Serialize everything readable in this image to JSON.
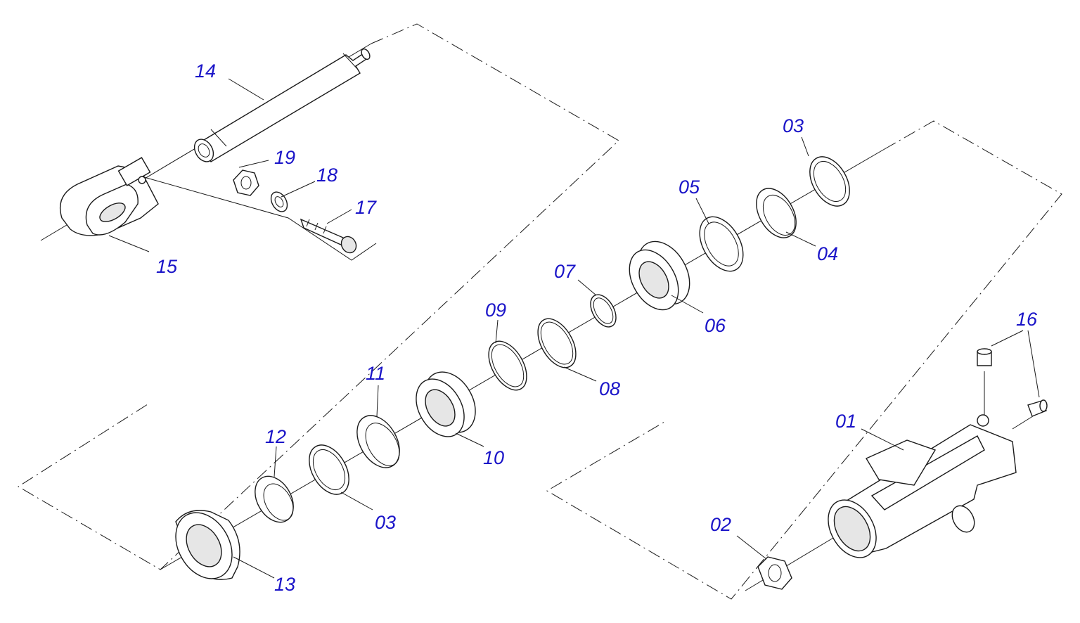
{
  "label_color": "#1a14c8",
  "labels": {
    "p01": "01",
    "p02": "02",
    "p03a": "03",
    "p03b": "03",
    "p04": "04",
    "p05": "05",
    "p06": "06",
    "p07": "07",
    "p08": "08",
    "p09": "09",
    "p10": "10",
    "p11": "11",
    "p12": "12",
    "p13": "13",
    "p14": "14",
    "p15": "15",
    "p16": "16",
    "p17": "17",
    "p18": "18",
    "p19": "19"
  }
}
